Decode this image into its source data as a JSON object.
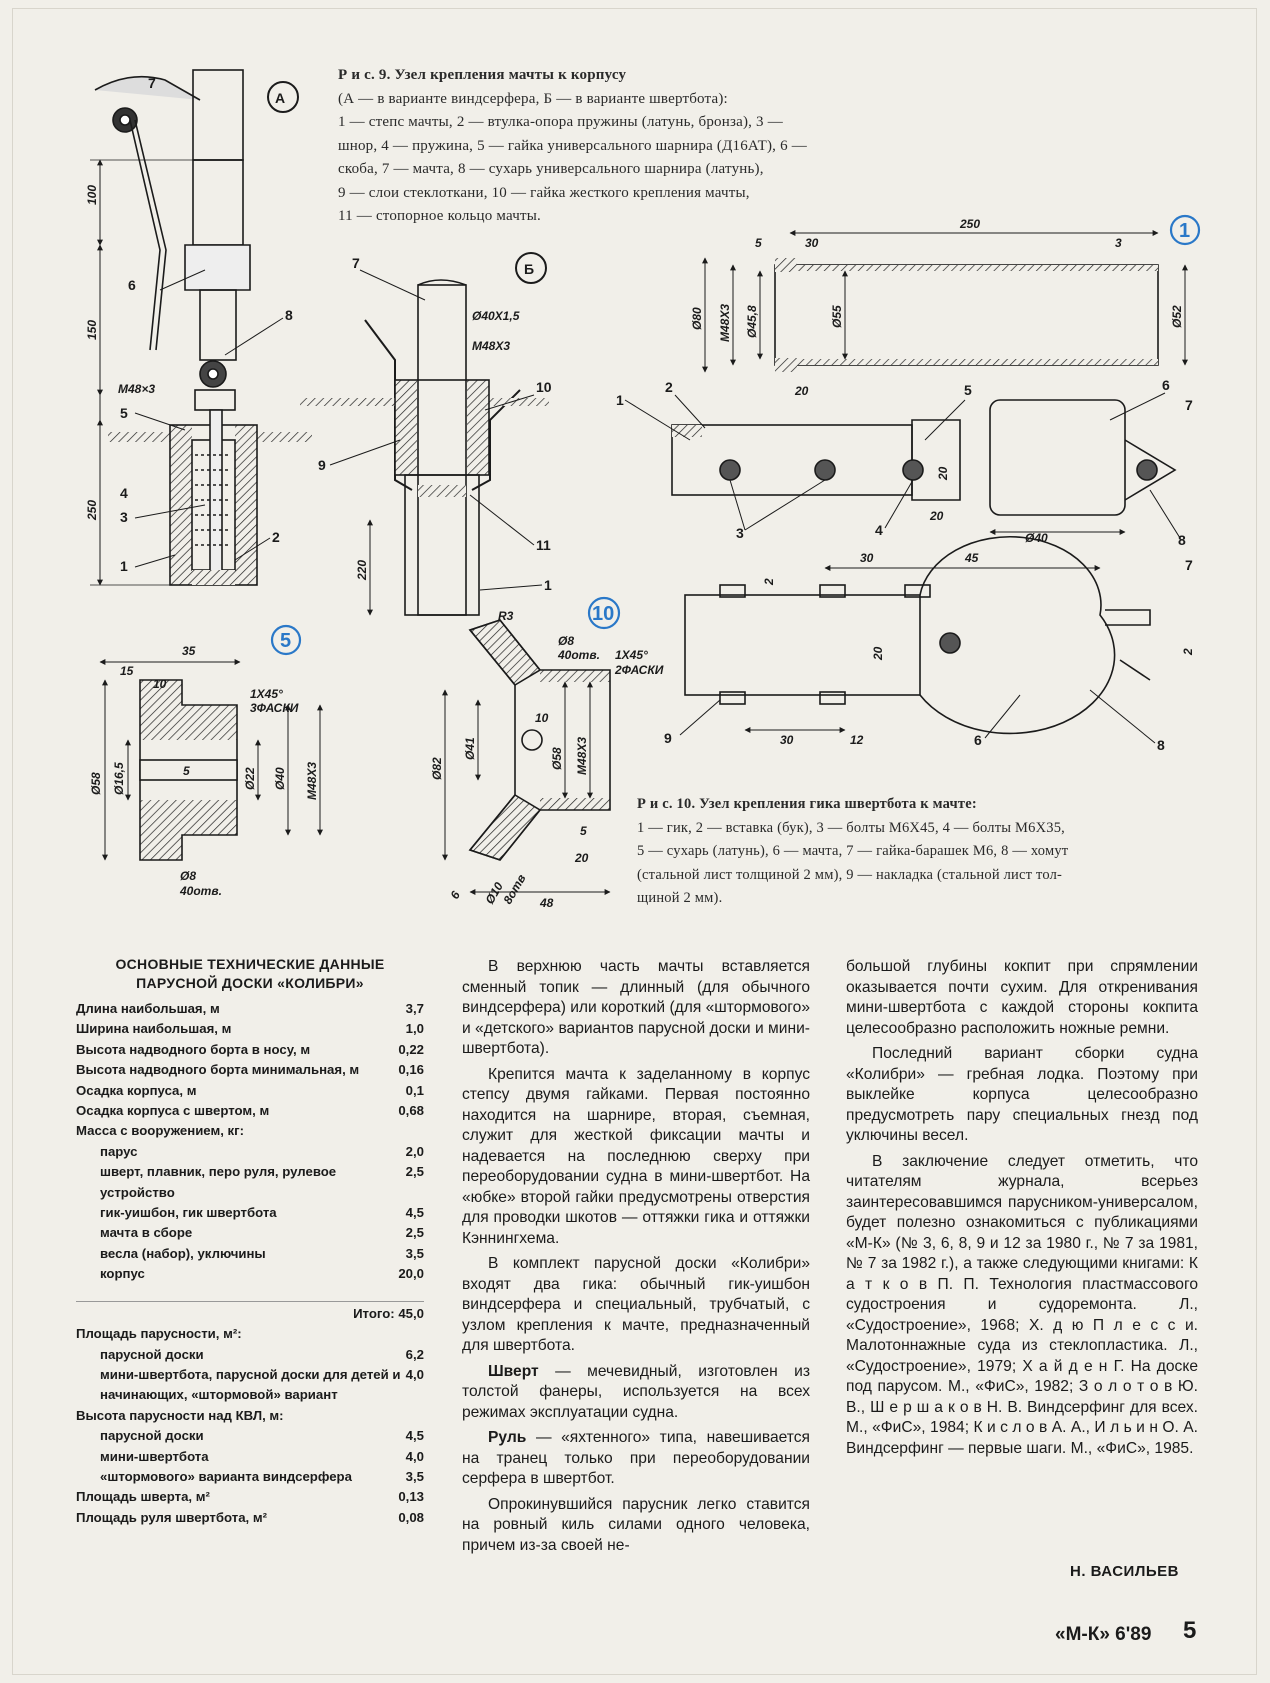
{
  "fig9": {
    "title": "Р и с. 9. Узел крепления мачты к корпусу",
    "lines": [
      "(А — в варианте виндсерфера, Б — в варианте швертбота):",
      "1 — степс мачты, 2 — втулка-опора пружины (латунь, бронза), 3 —",
      "шнор, 4 — пружина, 5 — гайка универсального шарнира (Д16АТ), 6 —",
      "скоба, 7 — мачта, 8 — сухарь универсального шарнира (латунь),",
      "9 — слои стеклоткани, 10 — гайка жесткого крепления мачты,",
      "11 — стопорное кольцо мачты."
    ]
  },
  "fig10": {
    "title": "Р и с. 10. Узел крепления гика швертбота к мачте:",
    "lines": [
      "1 — гик, 2 — вставка (бук), 3 — болты М6X45, 4 — болты М6X35,",
      "5 — сухарь (латунь), 6 — мачта, 7 — гайка-барашек М6, 8 — хомут",
      "(стальной лист толщиной 2 мм), 9 — накладка (стальной лист тол-",
      "щиной 2 мм)."
    ]
  },
  "drawing": {
    "markers": {
      "a": "А",
      "b": "Б"
    },
    "callouts": {
      "c1": "1",
      "c5": "5",
      "c10": "10"
    },
    "figA_labels": [
      "7",
      "6",
      "8",
      "5",
      "4",
      "3",
      "1",
      "2"
    ],
    "figA_dims": [
      "100",
      "150",
      "250",
      "М48×3"
    ],
    "figB_labels": [
      "7",
      "10",
      "9",
      "11",
      "1"
    ],
    "figB_dims": [
      "Ø40X1,5",
      "М48Х3",
      "220"
    ],
    "part1_dims": [
      "250",
      "5",
      "30",
      "3",
      "Ø80",
      "М48Х3",
      "Ø45,8",
      "Ø55",
      "Ø52",
      "20"
    ],
    "fig10_labels": [
      "1",
      "2",
      "5",
      "6",
      "7",
      "3",
      "4",
      "8",
      "7",
      "9",
      "6",
      "8"
    ],
    "fig10_dims": [
      "20",
      "20",
      "20",
      "Ø40",
      "30",
      "45",
      "2",
      "2",
      "20",
      "30",
      "12"
    ],
    "part5_dims": [
      "35",
      "15",
      "10",
      "1X45°",
      "3ФАСКИ",
      "Ø58",
      "Ø16,5",
      "5",
      "Ø22",
      "Ø40",
      "М48Х3",
      "Ø8",
      "40отв."
    ],
    "part10_dims": [
      "R3",
      "Ø8",
      "40отв.",
      "1X45°",
      "2ФАСКИ",
      "Ø82",
      "Ø41",
      "10",
      "Ø58",
      "М48Х3",
      "5",
      "20",
      "6",
      "Ø10",
      "8отв",
      "48"
    ]
  },
  "specs": {
    "title": "ОСНОВНЫЕ ТЕХНИЧЕСКИЕ ДАННЫЕ ПАРУСНОЙ ДОСКИ «КОЛИБРИ»",
    "rows": [
      {
        "label": "Длина наибольшая, м",
        "value": "3,7"
      },
      {
        "label": "Ширина наибольшая, м",
        "value": "1,0"
      },
      {
        "label": "Высота надводного борта в носу, м",
        "value": "0,22"
      },
      {
        "label": "Высота надводного борта минимальная, м",
        "value": "0,16"
      },
      {
        "label": "Осадка корпуса, м",
        "value": "0,1"
      },
      {
        "label": "Осадка корпуса с швертом, м",
        "value": "0,68"
      },
      {
        "label": "Масса с вооружением, кг:",
        "value": ""
      },
      {
        "label": "парус",
        "value": "2,0",
        "indent": true
      },
      {
        "label": "шверт, плавник, перо руля, рулевое устройство",
        "value": "2,5",
        "indent": true
      },
      {
        "label": "гик-уишбон, гик швертбота",
        "value": "4,5",
        "indent": true
      },
      {
        "label": "мачта в сборе",
        "value": "2,5",
        "indent": true
      },
      {
        "label": "весла (набор), уключины",
        "value": "3,5",
        "indent": true
      },
      {
        "label": "корпус",
        "value": "20,0",
        "indent": true
      }
    ],
    "total": "Итого: 45,0",
    "rows2": [
      {
        "label": "Площадь парусности, м²:",
        "value": ""
      },
      {
        "label": "парусной доски",
        "value": "6,2",
        "indent": true
      },
      {
        "label": "мини-швертбота, парусной доски для детей и начинающих, «штормовой» вариант",
        "value": "4,0",
        "indent": true
      },
      {
        "label": "Высота парусности над КВЛ, м:",
        "value": ""
      },
      {
        "label": "парусной доски",
        "value": "4,5",
        "indent": true
      },
      {
        "label": "мини-швертбота",
        "value": "4,0",
        "indent": true
      },
      {
        "label": "«штормового» варианта виндсерфера",
        "value": "3,5",
        "indent": true
      },
      {
        "label": "Площадь шверта, м²",
        "value": "0,13"
      },
      {
        "label": "Площадь руля швертбота, м²",
        "value": "0,08"
      }
    ]
  },
  "col2": [
    "В верхнюю часть мачты вставляется сменный топик — длинный (для обычного виндсерфера) или короткий (для «штормового» и «детского» вариантов парусной доски и мини-швертбота).",
    "Крепится мачта к заделанному в корпус степсу двумя гайками. Первая постоянно находится на шарнире, вторая, съемная, служит для жесткой фиксации мачты и надевается на последнюю сверху при переоборудовании судна в мини-швертбот. На «юбке» второй гайки предусмотрены отверстия для проводки шкотов — оттяжки гика и оттяжки Кэннингхема.",
    "В комплект парусной доски «Колибри» входят два гика: обычный гик-уишбон виндсерфера и специальный, трубчатый, с узлом крепления к мачте, предназначенный для швертбота."
  ],
  "col2b": {
    "shvert_term": "Шверт",
    "shvert_text": " — мечевидный, изготовлен из толстой фанеры, используется на всех режимах эксплуатации судна.",
    "rul_term": "Руль",
    "rul_text": " — «яхтенного» типа, навешивается на транец только при переоборудовании серфера в швертбот.",
    "last": "Опрокинувшийся парусник легко ставится на ровный киль силами одного человека, причем из-за своей не-"
  },
  "col3": [
    "большой глубины кокпит при спрямлении оказывается почти сухим. Для откренивания мини-швертбота с каждой стороны кокпита целесообразно расположить ножные ремни.",
    "Последний вариант сборки судна «Колибри» — гребная лодка. Поэтому при выклейке корпуса целесообразно предусмотреть пару специальных гнезд под уключины весел.",
    "В заключение следует отметить, что читателям журнала, всерьез заинтересовавшимся парусником-универсалом, будет полезно ознакомиться с публикациями «М-К» (№ 3, 6, 8, 9 и 12 за 1980 г., № 7 за 1981, № 7 за 1982 г.), а также следующими книгами: К а т к о в П. П. Технология пластмассового судостроения и судоремонта. Л., «Судостроение», 1968; Х. д ю П л е с с и. Малотоннажные суда из стеклопластика. Л., «Судостроение», 1979; Х а й д е н Г. На доске под парусом. М., «ФиС», 1982; З о л о т о в Ю. В., Ш е р ш а к о в Н. В. Виндсерфинг для всех. М., «ФиС», 1984; К и с л о в А. А., И л ь и н О. А. Виндсерфинг — первые шаги. М., «ФиС», 1985."
  ],
  "author": "Н. ВАСИЛЬЕВ",
  "footer": "«М-К» 6'89",
  "page_number": "5",
  "colors": {
    "paper": "#f1efe9",
    "ink": "#1b1b1b",
    "accent_blue": "#2a78c8"
  }
}
